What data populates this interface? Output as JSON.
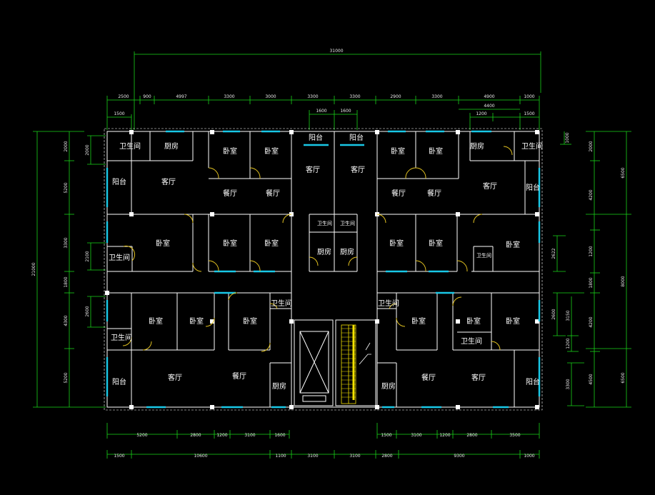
{
  "colors": {
    "background": "#000000",
    "wall": "#ffffff",
    "dimension": "#19d419",
    "window": "#19c8e6",
    "door": "#e0c020",
    "stair": "#f5e300",
    "text": "#ffffff"
  },
  "dimensions": {
    "overall_top": "31000",
    "top_row": [
      "2500",
      "900",
      "4997",
      "3300",
      "3000",
      "3300",
      "3300",
      "2900",
      "3300",
      "4900",
      "1000"
    ],
    "top_sub_left": [
      "1500"
    ],
    "top_sub_center": [
      "1600",
      "1600"
    ],
    "top_sub_right": [
      "4400",
      "1200",
      "1500"
    ],
    "left_overall": "21000",
    "left_outer": [
      "2000",
      "5200",
      "3300",
      "1800",
      "4300",
      "5200"
    ],
    "left_inner": [
      "2000",
      "2100",
      "2600"
    ],
    "right_overall_a": "6500",
    "right_overall_b": "8000",
    "right_overall_c": "6500",
    "right_outer": [
      "2000",
      "4200",
      "1200",
      "1800",
      "4200",
      "4500"
    ],
    "right_inner": [
      "1000",
      "2622",
      "2600",
      "3150",
      "1200",
      "3300"
    ],
    "bottom_row1_left": [
      "5200",
      "2800",
      "1200",
      "3100",
      "1600"
    ],
    "bottom_row1_right": [
      "1500",
      "3100",
      "1200",
      "2800",
      "3500"
    ],
    "bottom_row2": [
      "1500",
      "10600",
      "1100",
      "3100",
      "3100",
      "2800",
      "9300",
      "1000"
    ]
  },
  "rooms": {
    "bathroom": "卫生间",
    "kitchen": "厨房",
    "bedroom": "卧室",
    "living": "客厅",
    "dining": "餐厅",
    "balcony": "阳台"
  }
}
